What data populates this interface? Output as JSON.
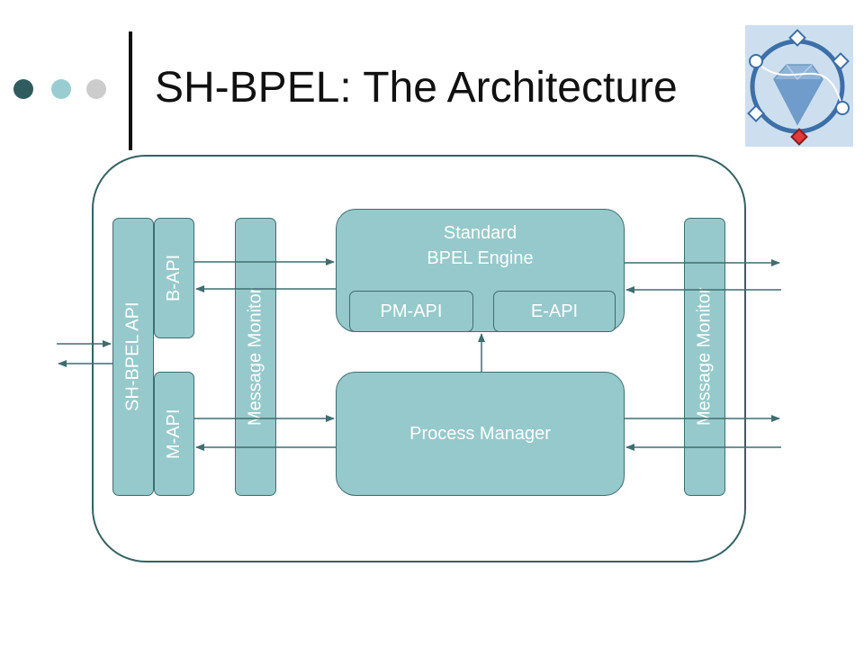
{
  "slide": {
    "title": "SH-BPEL: The Architecture"
  },
  "diagram": {
    "sh_bpel_api": "SH-BPEL API",
    "b_api": "B-API",
    "m_api": "M-API",
    "message_monitor_left": "Message Monitor",
    "message_monitor_right": "Message Monitor",
    "engine_line1": "Standard",
    "engine_line2": "BPEL Engine",
    "pm_api": "PM-API",
    "e_api": "E-API",
    "process_manager": "Process Manager"
  },
  "colors": {
    "block_fill": "#96c9cb",
    "block_border": "#3f6d70",
    "outline": "#356163",
    "arrow": "#3f6d70",
    "dot_dark": "#2f5d5f",
    "dot_light": "#99cdd2",
    "dot_gray": "#cccccc",
    "logo_bg": "#cddfef"
  }
}
